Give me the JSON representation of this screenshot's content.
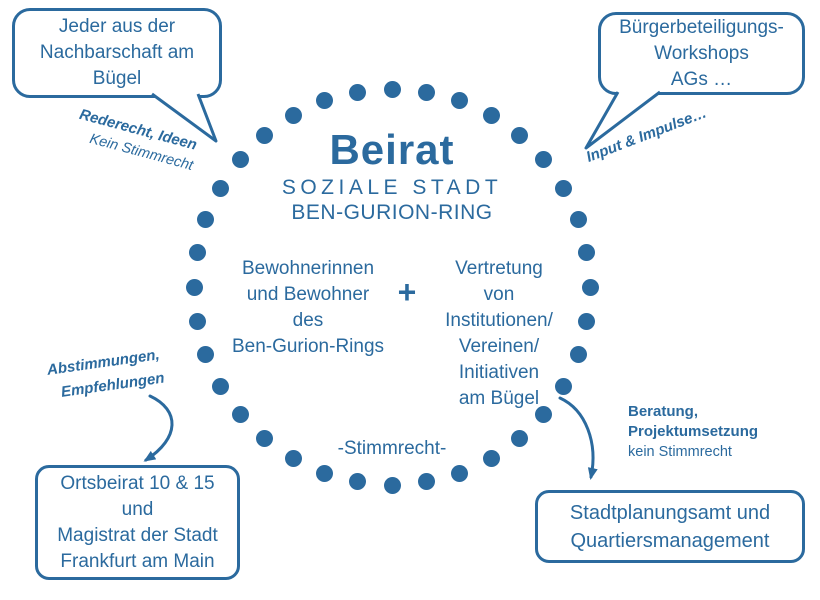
{
  "colors": {
    "primary_blue": "#2b6a9e"
  },
  "center": {
    "title": "Beirat",
    "subtitle1": "SOZIALE STADT",
    "subtitle2": "BEN-GURION-RING",
    "left_group": "Bewohnerinnen\nund Bewohner\ndes\nBen-Gurion-Rings",
    "plus": "+",
    "right_group": "Vertretung\nvon\nInstitutionen/\nVereinen/\nInitiativen\nam Bügel",
    "voting": "-Stimmrecht-"
  },
  "bubbles": {
    "top_left": "Jeder aus der\nNachbarschaft am\nBügel",
    "top_right": "Bürgerbeteiligungs-\nWorkshops\nAGs …",
    "bottom_left": "Ortsbeirat 10 & 15\nund\nMagistrat der Stadt\nFrankfurt am Main",
    "bottom_right": "Stadtplanungsamt und\nQuartiersmanagement"
  },
  "annotations": {
    "top_left_bold": "Rederecht, Ideen",
    "top_left_normal": "Kein Stimmrecht",
    "top_right": "Input & Impulse…",
    "left_line1": "Abstimmungen,",
    "left_line2": "Empfehlungen",
    "right_bold": "Beratung,\nProjektumsetzung",
    "right_normal": "kein Stimmrecht"
  }
}
